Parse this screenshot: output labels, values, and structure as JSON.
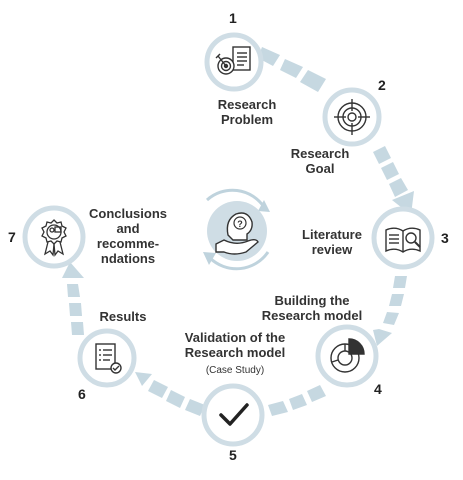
{
  "steps": [
    {
      "number": "1",
      "label": "Research\nProblem",
      "icon": "target-document-icon"
    },
    {
      "number": "2",
      "label": "Research\nGoal",
      "icon": "crosshair-target-icon"
    },
    {
      "number": "3",
      "label": "Literature\nreview",
      "icon": "open-book-magnifier-icon"
    },
    {
      "number": "4",
      "label": "Building the\nResearch model",
      "icon": "pie-chart-icon"
    },
    {
      "number": "5",
      "label": "Validation of the\nResearch model",
      "sublabel": "(Case Study)",
      "icon": "checkmark-icon"
    },
    {
      "number": "6",
      "label": "Results",
      "icon": "checklist-icon"
    },
    {
      "number": "7",
      "label": "Conclusions\nand\nrecomme-\nndations",
      "icon": "award-certificate-icon"
    }
  ],
  "center": {
    "icon": "head-in-hand-question-icon"
  },
  "colors": {
    "ring": "#cfdde5",
    "ring_dark": "#a9c1cd",
    "arrow": "#b8cdd8",
    "icon_stroke": "#333333"
  }
}
